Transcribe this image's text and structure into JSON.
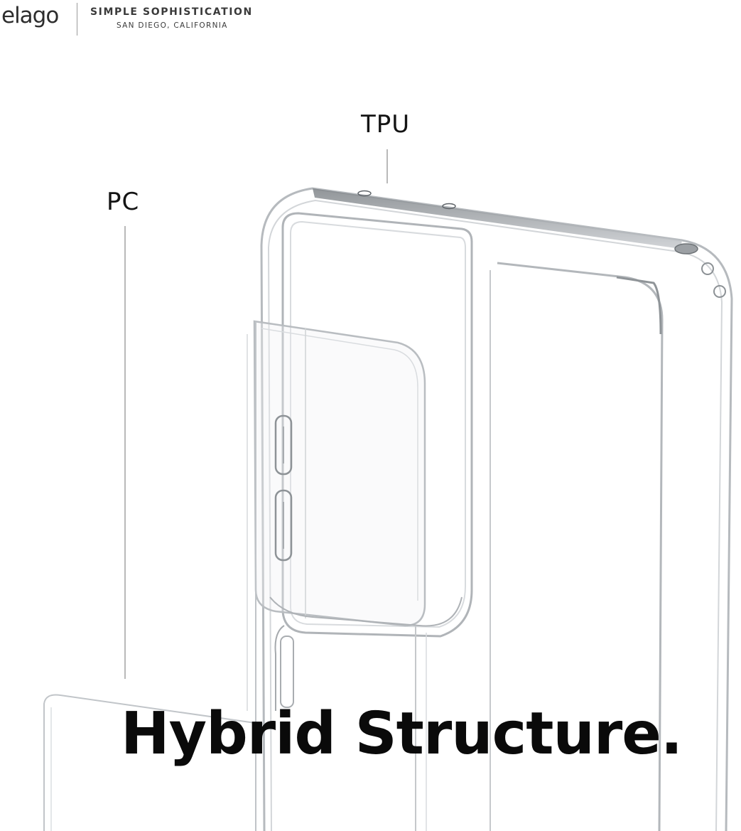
{
  "brand": {
    "logo": "elago",
    "tagline": "SIMPLE SOPHISTICATION",
    "location": "SAN DIEGO, CALIFORNIA"
  },
  "labels": {
    "tpu": "TPU",
    "pc": "PC"
  },
  "headline": "Hybrid Structure.",
  "colors": {
    "background": "#ffffff",
    "text": "#111111",
    "case_outline": "#b8bcc0"
  }
}
